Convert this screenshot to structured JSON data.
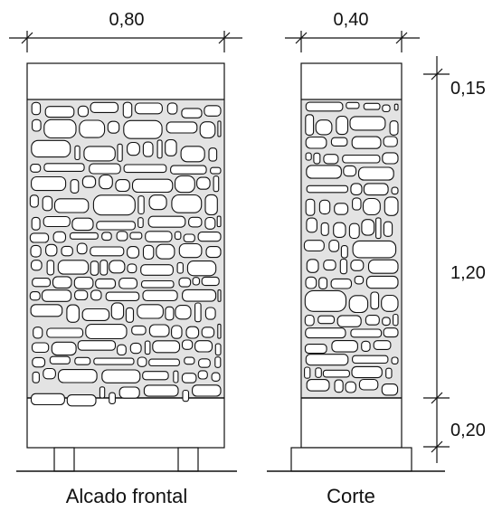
{
  "dimensions": {
    "front_width": "0,80",
    "section_width": "0,40",
    "top_height": "0,15",
    "middle_height": "1,20",
    "bottom_height": "0,20"
  },
  "captions": {
    "front": "Alcado frontal",
    "section": "Corte"
  },
  "colors": {
    "line": "#111111",
    "fill": "#e3e3e3",
    "stone": "#ffffff",
    "background": "#ffffff"
  }
}
